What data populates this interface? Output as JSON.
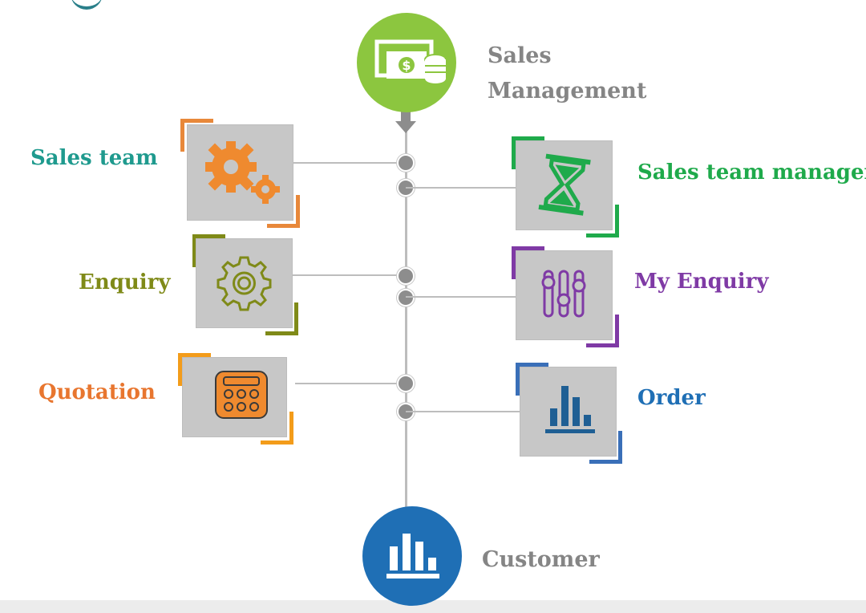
{
  "top": {
    "title_line1": "Sales",
    "title_line2": "Management",
    "icon": "money-stack-icon",
    "color": "#8cc63f"
  },
  "bottom": {
    "title": "Customer",
    "icon": "bar-chart-icon",
    "color": "#1f6fb5"
  },
  "left_nodes": [
    {
      "label": "Sales team",
      "icon": "gears-icon",
      "color": "#1f9a8e",
      "accent": "#e8883a"
    },
    {
      "label": "Enquiry",
      "icon": "gear-outline-icon",
      "color": "#7f8a18",
      "accent": "#7f8a18"
    },
    {
      "label": "Quotation",
      "icon": "calculator-icon",
      "color": "#e8762f",
      "accent": "#f39c1a"
    }
  ],
  "right_nodes": [
    {
      "label": "Sales team manager",
      "icon": "hourglass-icon",
      "color": "#1faa4b",
      "accent": "#1faa4b"
    },
    {
      "label": "My Enquiry",
      "icon": "sliders-icon",
      "color": "#7f3aa5",
      "accent": "#7f3aa5"
    },
    {
      "label": "Order",
      "icon": "bar-chart-icon",
      "color": "#1f6fb5",
      "accent": "#3a6fb8"
    }
  ]
}
